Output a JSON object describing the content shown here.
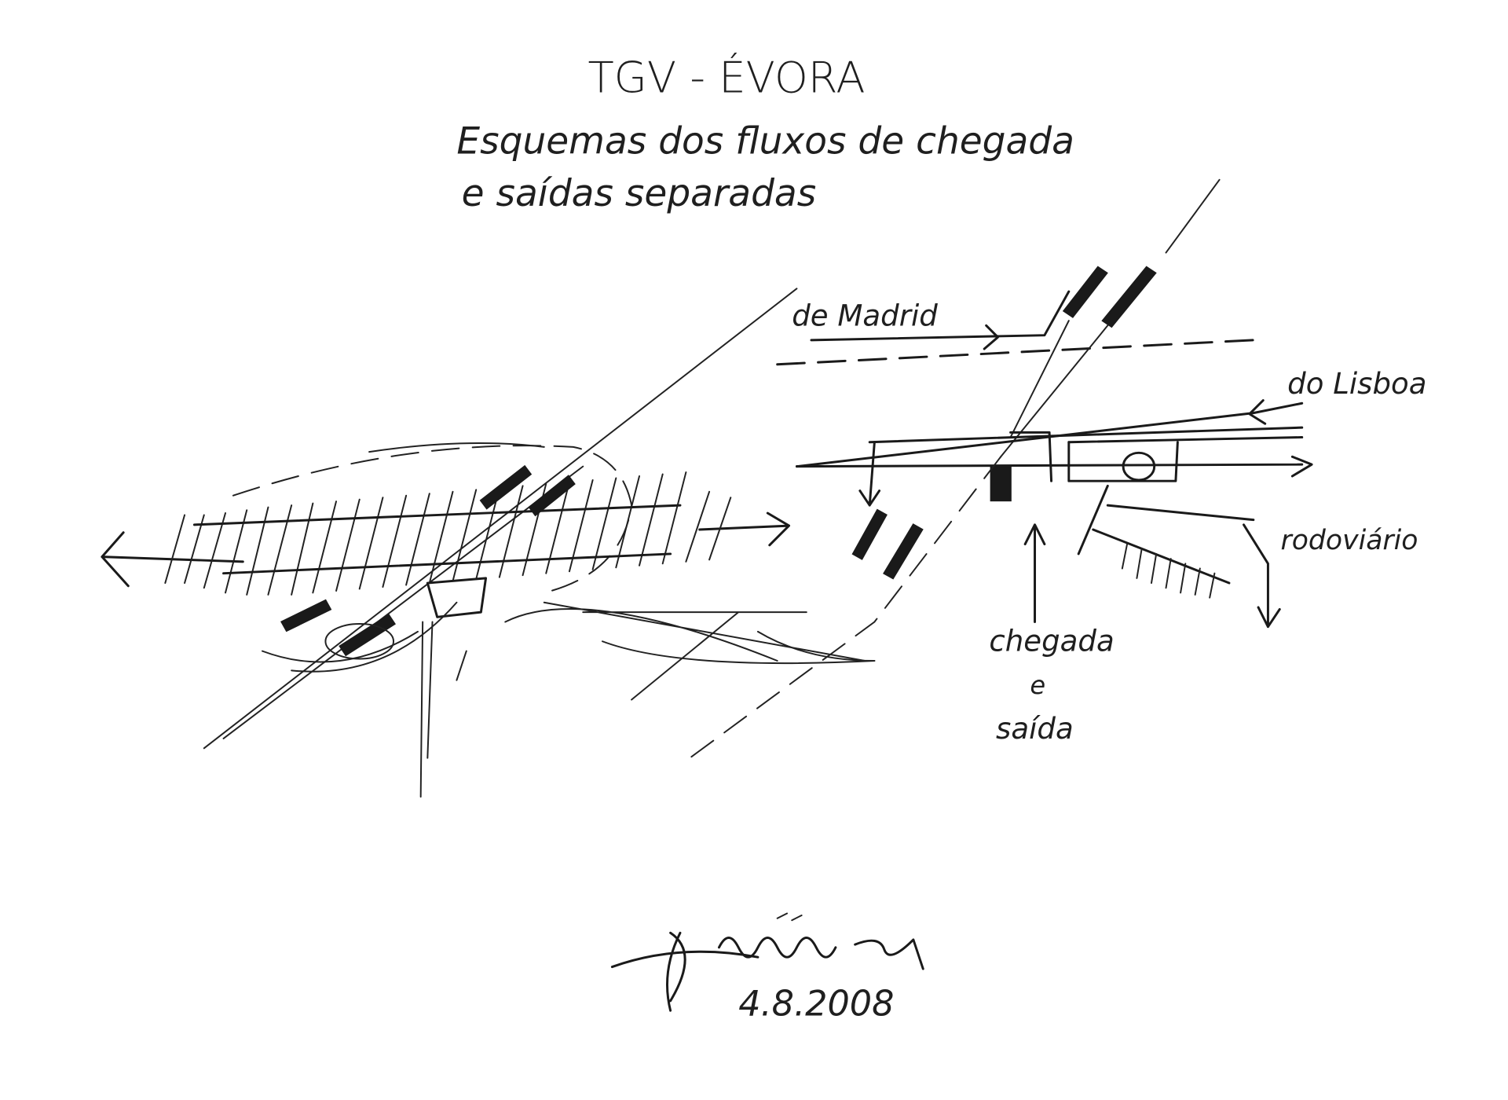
{
  "title": "TGV - ÉVORA",
  "subtitle_line1": "Esquemas dos fluxos de chegada",
  "subtitle_line2": "e saídas separadas",
  "labels": {
    "madrid": "de Madrid",
    "lisboa": "do Lisboa",
    "rodoviario": "rodoviário",
    "chegada": "chegada",
    "e": "e",
    "saida": "saída"
  },
  "signature": "Siza",
  "date": "4.8.2008",
  "ink_color": "#1a1a1a"
}
